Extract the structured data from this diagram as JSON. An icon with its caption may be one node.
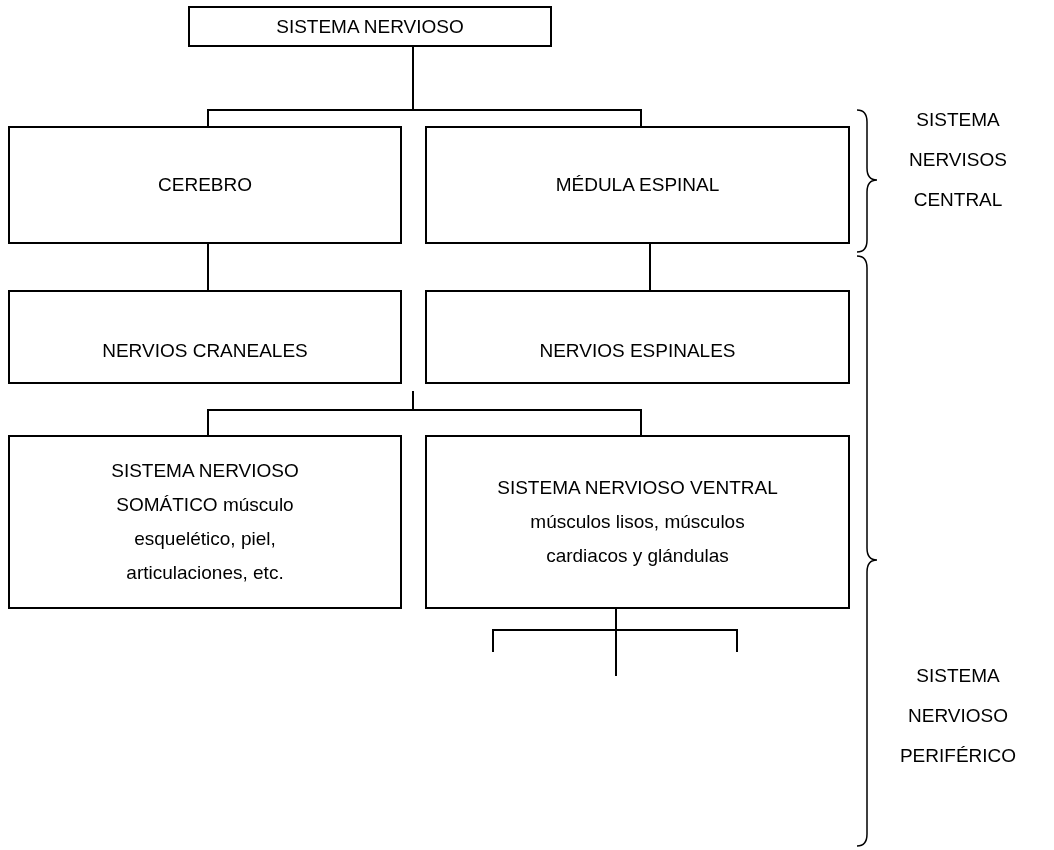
{
  "diagram": {
    "nodes": [
      {
        "text": [
          "SISTEMA NERVIOSO"
        ]
      },
      {
        "text": [
          "CEREBRO"
        ]
      },
      {
        "text": [
          "MÉDULA ESPINAL"
        ]
      },
      {
        "text": [
          "NERVIOS CRANEALES"
        ]
      },
      {
        "text": [
          "NERVIOS ESPINALES"
        ]
      },
      {
        "text": [
          "SISTEMA NERVIOSO SOMÁTICO músculo esquelético, piel, articulaciones, etc."
        ]
      },
      {
        "text": [
          "SISTEMA NERVIOSO VENTRAL músculos lisos, músculos cardiacos y glándulas"
        ]
      }
    ],
    "edges": [
      {
        "from": 0,
        "to": 1,
        "arrow": "none"
      },
      {
        "from": 0,
        "to": 2,
        "arrow": "none"
      },
      {
        "from": 1,
        "to": 3,
        "arrow": "none"
      },
      {
        "from": 2,
        "to": 4,
        "arrow": "none"
      },
      {
        "from": null,
        "to": 5,
        "arrow": "none"
      },
      {
        "from": null,
        "to": 6,
        "arrow": "none"
      },
      {
        "from": 6,
        "to": null,
        "arrow": "none"
      },
      {
        "from": 6,
        "to": null,
        "arrow": "none"
      },
      {
        "from": 6,
        "to": null,
        "arrow": "none"
      }
    ],
    "labels": [
      "SISTEMA NERVISOS CENTRAL",
      "SISTEMA NERVIOSO PERIFÉRICO"
    ]
  }
}
